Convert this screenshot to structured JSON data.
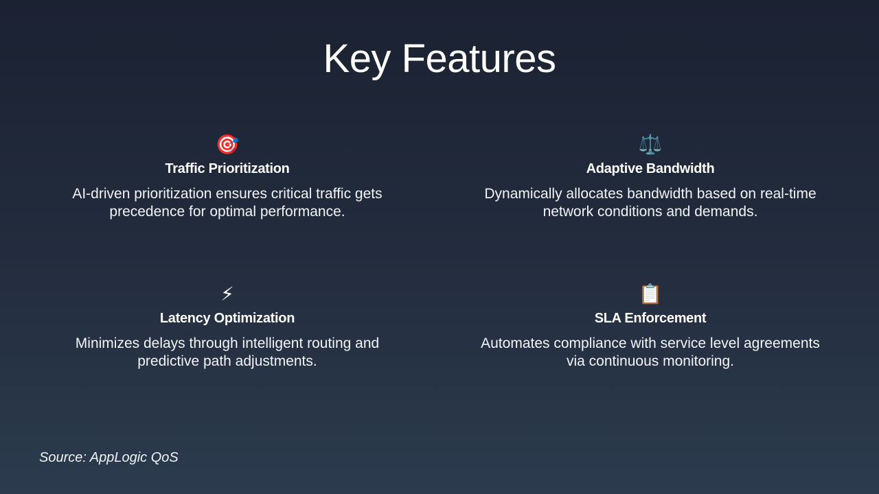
{
  "title": "Key Features",
  "features": [
    {
      "icon": "🎯",
      "icon_name": "target-icon",
      "title": "Traffic Prioritization",
      "description": "AI-driven prioritization ensures critical traffic gets precedence for optimal performance."
    },
    {
      "icon": "⚖️",
      "icon_name": "scales-icon",
      "title": "Adaptive Bandwidth",
      "description": "Dynamically allocates bandwidth based on real-time network conditions and demands."
    },
    {
      "icon": "⚡",
      "icon_name": "lightning-icon",
      "title": "Latency Optimization",
      "description": "Minimizes delays through intelligent routing and predictive path adjustments."
    },
    {
      "icon": "📋",
      "icon_name": "clipboard-icon",
      "title": "SLA Enforcement",
      "description": "Automates compliance with service level agreements via continuous monitoring."
    }
  ],
  "source": "Source: AppLogic QoS"
}
